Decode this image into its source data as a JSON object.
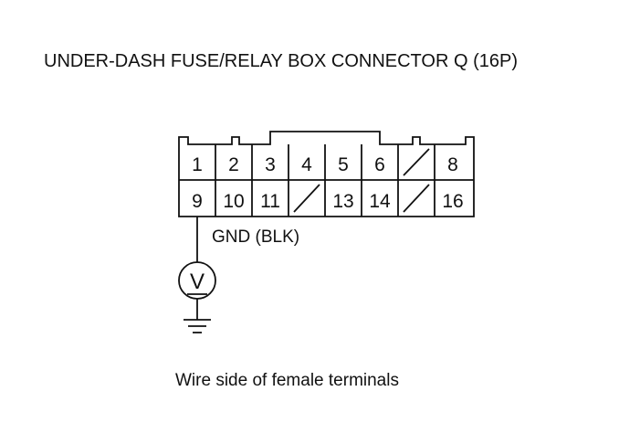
{
  "title": "UNDER-DASH FUSE/RELAY BOX CONNECTOR Q (16P)",
  "caption": "Wire side of female terminals",
  "wire_label": "GND (BLK)",
  "connector": {
    "rows": [
      [
        {
          "label": "1",
          "empty": false
        },
        {
          "label": "2",
          "empty": false
        },
        {
          "label": "3",
          "empty": false
        },
        {
          "label": "4",
          "empty": false
        },
        {
          "label": "5",
          "empty": false
        },
        {
          "label": "6",
          "empty": false
        },
        {
          "label": "",
          "empty": true
        },
        {
          "label": "8",
          "empty": false
        }
      ],
      [
        {
          "label": "9",
          "empty": false
        },
        {
          "label": "10",
          "empty": false
        },
        {
          "label": "11",
          "empty": false
        },
        {
          "label": "",
          "empty": true
        },
        {
          "label": "13",
          "empty": false
        },
        {
          "label": "14",
          "empty": false
        },
        {
          "label": "",
          "empty": true
        },
        {
          "label": "16",
          "empty": false
        }
      ]
    ]
  },
  "meter_symbol": "V",
  "colors": {
    "line": "#111111",
    "background": "#ffffff"
  },
  "icons": {
    "meter": "voltmeter-icon",
    "ground": "ground-icon"
  }
}
